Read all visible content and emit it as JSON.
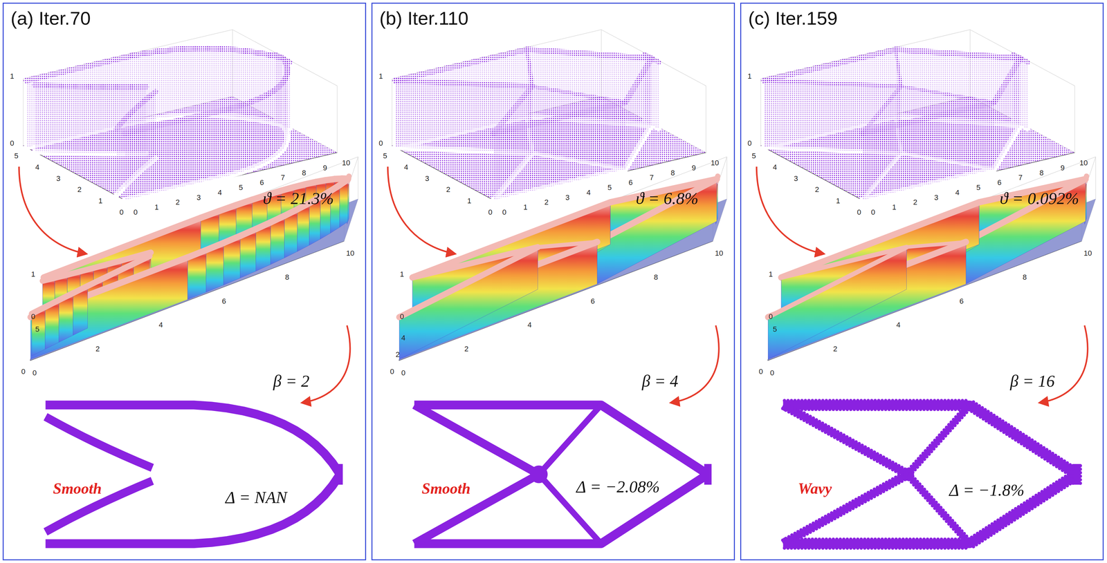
{
  "diagram": {
    "nodes": [
      {
        "text": [
          "(a) Iter.70",
          "ϑ = 21.3%",
          "β = 2",
          "Smooth",
          "Δ = NAN"
        ]
      },
      {
        "text": [
          "(b) Iter.110",
          "ϑ = 6.8%",
          "β = 4",
          "Smooth",
          "Δ = −2.08%"
        ]
      },
      {
        "text": [
          "(c) Iter.159",
          "ϑ = 0.092%",
          "β = 16",
          "Wavy",
          "Δ = −1.8%"
        ]
      }
    ],
    "labels": [
      "1",
      "0",
      "5",
      "4",
      "3",
      "2",
      "1",
      "0",
      "0",
      "1",
      "2",
      "3",
      "4",
      "5",
      "6",
      "7",
      "8",
      "9",
      "10",
      "1",
      "0",
      "5",
      "0",
      "0",
      "2",
      "4",
      "6",
      "8",
      "10",
      "1",
      "0",
      "5",
      "4",
      "3",
      "2",
      "1",
      "0",
      "0",
      "1",
      "2",
      "3",
      "4",
      "5",
      "6",
      "7",
      "8",
      "9",
      "10",
      "1",
      "0",
      "4",
      "2",
      "0",
      "0",
      "2",
      "4",
      "6",
      "8",
      "10",
      "1",
      "0",
      "5",
      "4",
      "3",
      "2",
      "1",
      "0",
      "0",
      "1",
      "2",
      "3",
      "4",
      "5",
      "6",
      "7",
      "8",
      "9",
      "10",
      "1",
      "0",
      "5",
      "0",
      "0",
      "2",
      "4",
      "6",
      "8",
      "10"
    ]
  }
}
